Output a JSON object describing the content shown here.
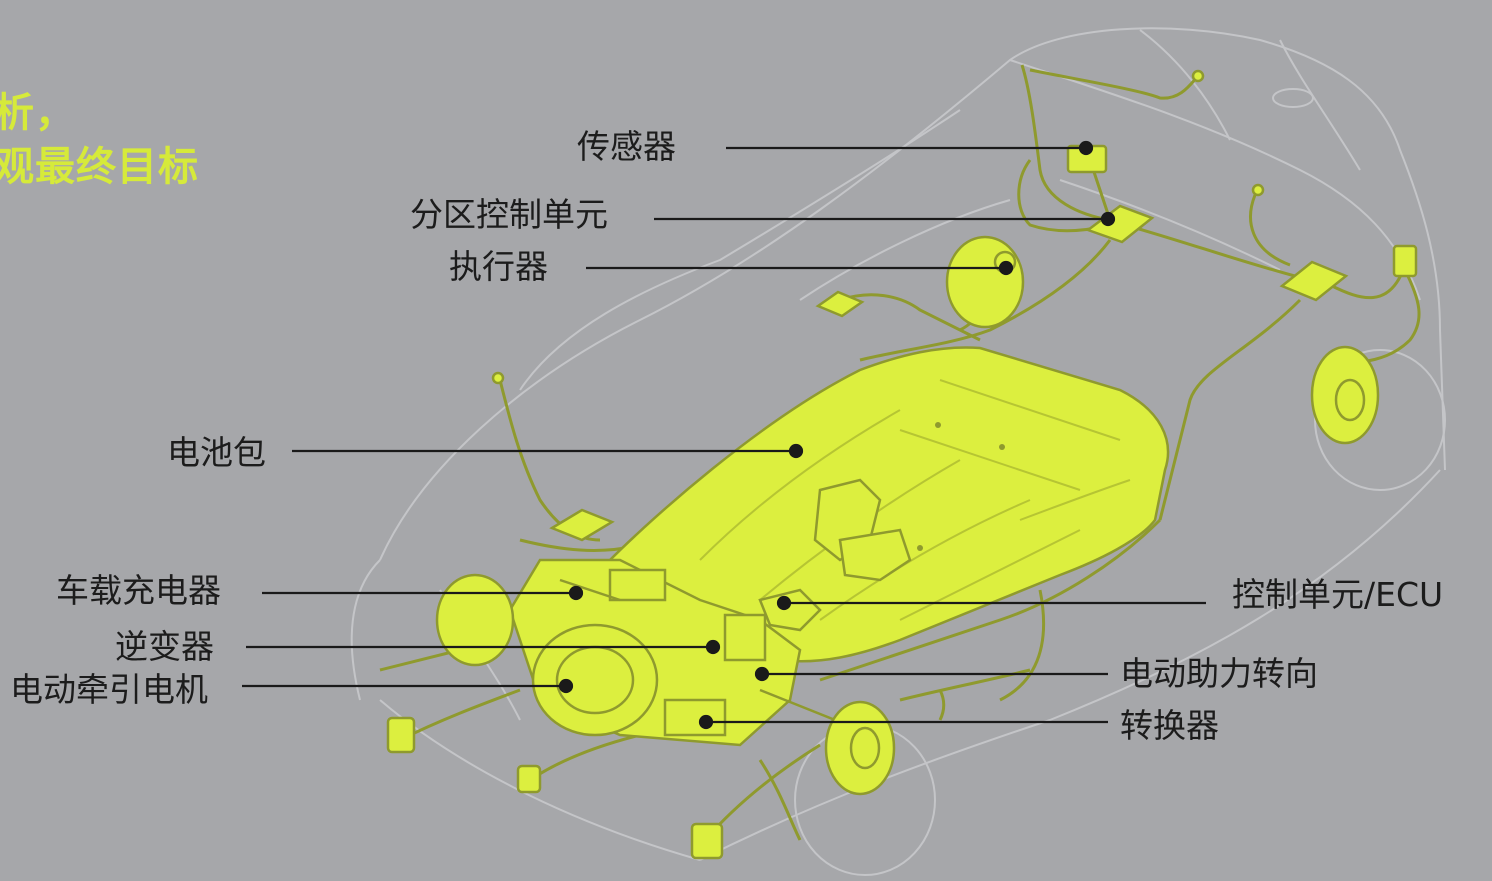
{
  "headline": {
    "line1": "析，",
    "line2": "观最终目标"
  },
  "colors": {
    "background": "#a6a7aa",
    "component_fill": "#dcef3f",
    "wire": "#8f9a2e",
    "outline": "#c2c3c6",
    "leader": "#1a1a1a"
  },
  "labels": {
    "sensor": "传感器",
    "zone_control_unit": "分区控制单元",
    "actuator": "执行器",
    "battery_pack": "电池包",
    "onboard_charger": "车载充电器",
    "inverter": "逆变器",
    "traction_motor": "电动牵引电机",
    "control_unit_ecu": "控制单元/ECU",
    "electric_power_steering": "电动助力转向",
    "converter": "转换器"
  }
}
